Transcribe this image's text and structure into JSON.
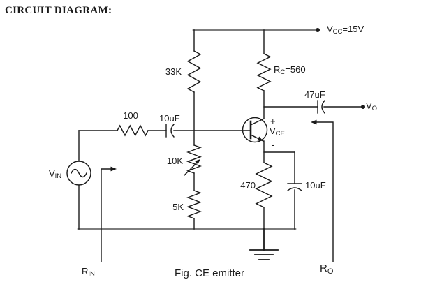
{
  "header": {
    "title": "CIRCUIT DIAGRAM:"
  },
  "caption": {
    "text": "Fig. CE emitter"
  },
  "colors": {
    "wire": "#1a1a1a",
    "rail": "#7d7d7d",
    "background": "#ffffff"
  },
  "supply": {
    "v": "V",
    "sub": "CC",
    "value": "=15V"
  },
  "bias": {
    "r1": "33K",
    "r2": "10K",
    "r3": "5K"
  },
  "collector": {
    "r": "R",
    "r_sub": "C",
    "r_value": "=560"
  },
  "input": {
    "r_series": "100",
    "c_in": "10uF",
    "source_v": "V",
    "source_sub": "IN"
  },
  "output": {
    "c_out": "47uF",
    "v": "V",
    "sub": "O"
  },
  "emitter": {
    "re": "470",
    "ce": "10uF"
  },
  "vce": {
    "plus": "+",
    "v": "V",
    "sub": "CE",
    "minus": "-"
  },
  "probes": {
    "rin_main": "R",
    "rin_sub": "IN",
    "ro_main": "R",
    "ro_sub": "O"
  }
}
